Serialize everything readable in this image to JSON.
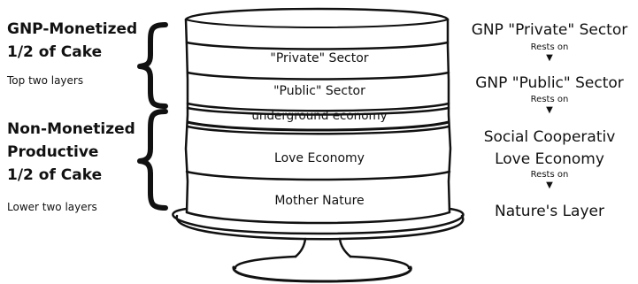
{
  "left_labels": {
    "top_heading_1": "GNP-Monetized",
    "top_heading_2": "1/2 of Cake",
    "top_sub": "Top two layers",
    "bottom_heading_1": "Non-Monetized",
    "bottom_heading_2": "Productive",
    "bottom_heading_3": "1/2 of Cake",
    "bottom_sub": "Lower two layers"
  },
  "cake_layers": {
    "private": "\"Private\" Sector",
    "public": "\"Public\" Sector",
    "underground": "underground economy",
    "love": "Love Economy",
    "nature": "Mother Nature"
  },
  "right_stack": {
    "item1": "GNP \"Private\" Sector",
    "rests1": "Rests on",
    "item2": "GNP \"Public\" Sector",
    "rests2": "Rests on",
    "item3_line1": "Social Cooperativ",
    "item3_line2": "Love Economy",
    "rests3": "Rests on",
    "item4": "Nature's Layer",
    "arrow_glyph": "▼"
  }
}
